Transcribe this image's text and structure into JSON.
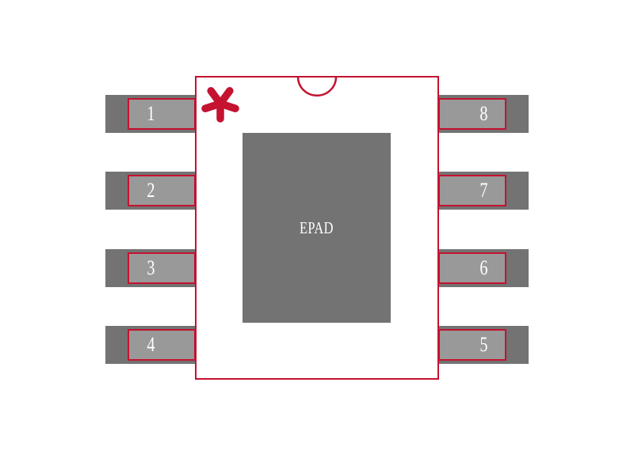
{
  "figure": {
    "type": "ic-package-footprint",
    "epad_label": "EPAD",
    "pin1_marker": "*"
  },
  "pins": {
    "left": [
      "1",
      "2",
      "3",
      "4"
    ],
    "right": [
      "8",
      "7",
      "6",
      "5"
    ]
  },
  "colors": {
    "accent_red": "#c41230",
    "pad_dark_gray": "#737373",
    "land_gray": "#999999",
    "label_white": "#ffffff",
    "background": "#ffffff"
  }
}
